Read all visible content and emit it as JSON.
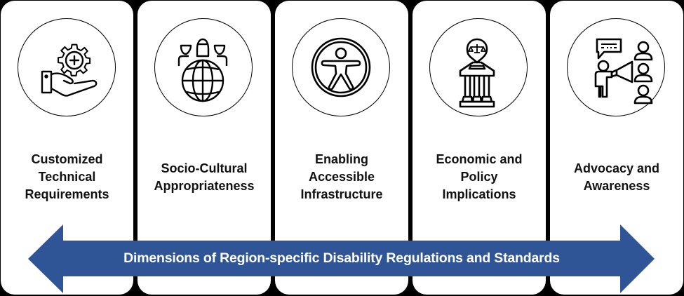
{
  "diagram": {
    "title": "Dimensions of Region-specific Disability Regulations and Standards",
    "arrow_color": "#2F5597",
    "cards": [
      {
        "label": "Customized Technical Requirements",
        "lines": [
          "Customized",
          "Technical",
          "Requirements"
        ],
        "icon": "hand-gear-plus-icon"
      },
      {
        "label": "Socio-Cultural Appropriateness",
        "lines": [
          "Socio-Cultural",
          "Appropriateness"
        ],
        "icon": "globe-people-icon"
      },
      {
        "label": "Enabling Accessible Infrastructure",
        "lines": [
          "Enabling",
          "Accessible",
          "Infrastructure"
        ],
        "icon": "accessibility-icon"
      },
      {
        "label": "Economic and Policy Implications",
        "lines": [
          "Economic and",
          "Policy",
          "Implications"
        ],
        "icon": "courthouse-scales-icon"
      },
      {
        "label": "Advocacy and Awareness",
        "lines": [
          "Advocacy and",
          "Awareness"
        ],
        "icon": "megaphone-audience-icon"
      }
    ]
  }
}
